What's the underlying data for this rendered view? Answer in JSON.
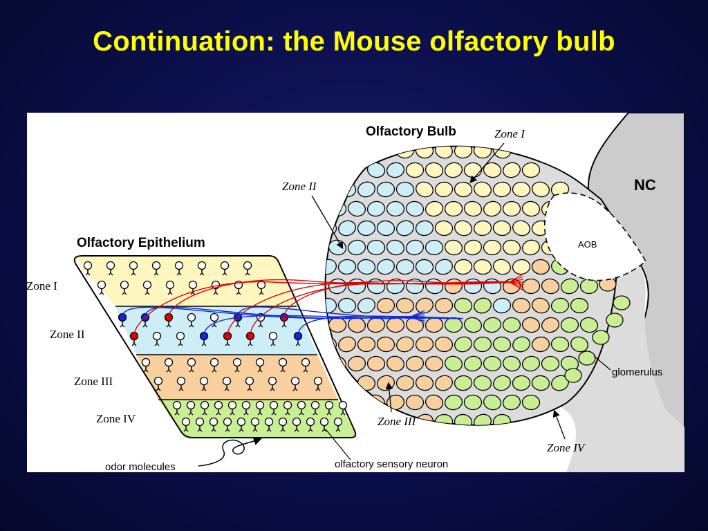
{
  "slide": {
    "title": "Continuation: the Mouse olfactory bulb"
  },
  "figure": {
    "labels": {
      "olfactory_bulb": "Olfactory Bulb",
      "olfactory_epithelium": "Olfactory Epithelium",
      "nc": "NC",
      "aob": "AOB",
      "glomerulus": "glomerulus",
      "odor_molecules": "odor molecules",
      "olfactory_sensory_neuron": "olfactory sensory neuron"
    },
    "epithelium_zones": [
      "Zone I",
      "Zone II",
      "Zone III",
      "Zone IV"
    ],
    "bulb_zones": {
      "zone_i": "Zone I",
      "zone_ii": "Zone II",
      "zone_iii": "Zone III",
      "zone_iv": "Zone IV"
    },
    "colors": {
      "zone_i": "#fff6c0",
      "zone_ii": "#cdeef7",
      "zone_iii": "#f8cf9e",
      "zone_iv": "#c9ef94",
      "nc": "#cccccc",
      "bulb_body": "#dcdcdc",
      "red_neuron": "#e30000",
      "blue_neuron": "#1127d9",
      "title": "#ffff00"
    }
  }
}
